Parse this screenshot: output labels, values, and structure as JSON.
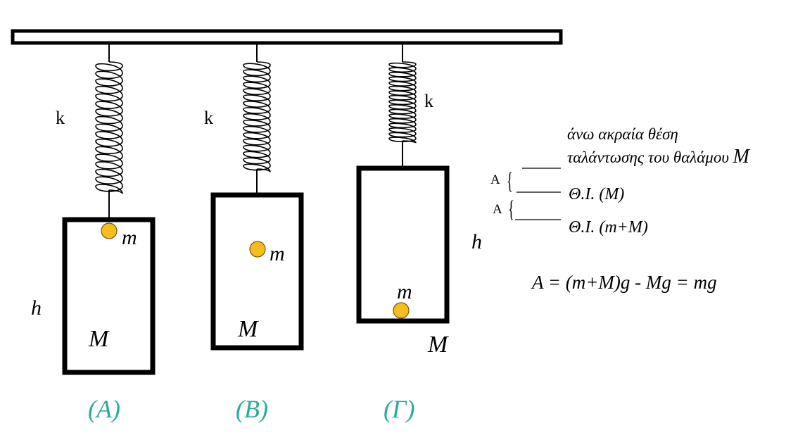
{
  "colors": {
    "stroke": "#000000",
    "ball_fill": "#F6BE1C",
    "ball_stroke": "#7A5800",
    "caption": "#2EA89A"
  },
  "labels": {
    "spring_constant": "k",
    "height": "h",
    "small_mass": "m",
    "chamber_mass": "M"
  },
  "captions": {
    "a": "(A)",
    "b": "(B)",
    "c": "(Γ)"
  },
  "annotation": {
    "extreme_line1": "άνω ακραία θέση",
    "extreme_line2_prefix": "ταλάντωσης του θαλάμου ",
    "extreme_line2_mass": "M",
    "amplitude_symbol": "A",
    "brace": "{",
    "eq_position_M": "Θ.Ι. (M)",
    "eq_position_mM": "Θ.Ι. (m+M)",
    "formula": "A = (m+M)g - Mg = mg"
  }
}
